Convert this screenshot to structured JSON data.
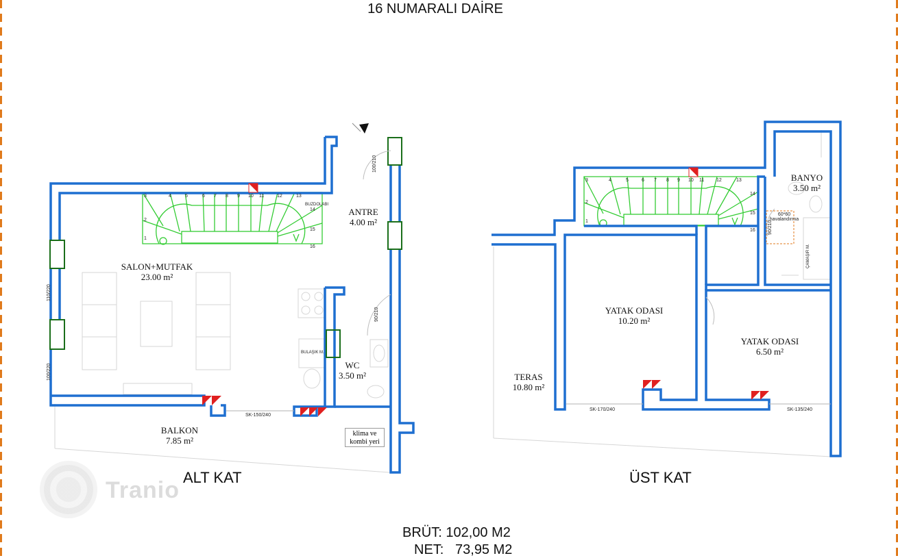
{
  "title": "16 NUMARALI DAİRE",
  "floors": {
    "lower": "ALT KAT",
    "upper": "ÜST KAT"
  },
  "totals": {
    "gross": "BRÜT: 102,00 M2",
    "net": "NET:   73,95 M2"
  },
  "rooms": {
    "salon": {
      "name": "SALON+MUTFAK",
      "area": "23.00 m²"
    },
    "antre": {
      "name": "ANTRE",
      "area": "4.00 m²"
    },
    "wc": {
      "name": "WC",
      "area": "3.50 m²"
    },
    "balkon": {
      "name": "BALKON",
      "area": "7.85 m²"
    },
    "banyo": {
      "name": "BANYO",
      "area": "3.50 m²"
    },
    "yatak1": {
      "name": "YATAK ODASI",
      "area": "10.20 m²"
    },
    "yatak2": {
      "name": "YATAK ODASI",
      "area": "6.50 m²"
    },
    "teras": {
      "name": "TERAS",
      "area": "10.80 m²"
    }
  },
  "labels": {
    "klima": "klima ve kombi yeri",
    "buzdolabi": "BUZDOLABI",
    "bulasik": "BULAŞIK M.",
    "camasir": "ÇAMAŞIR M.",
    "havalandirma": "60*60 havalandırma",
    "door_100_210": "100/210",
    "door_90_210": "90/210",
    "door_90_210_b": "90/210",
    "win_110_220": "110/220",
    "win_100_220": "100/220",
    "sk_150": "SK-150/240",
    "sk_170": "SK-170/240",
    "sk_135": "SK-135/240"
  },
  "stairs_lower": [
    "1",
    "2",
    "3",
    "4",
    "5",
    "6",
    "7",
    "8",
    "9",
    "10",
    "11",
    "12",
    "13",
    "14",
    "15",
    "16"
  ],
  "stairs_upper": [
    "1",
    "2",
    "3",
    "4",
    "5",
    "6",
    "7",
    "8",
    "9",
    "10",
    "11",
    "12",
    "13",
    "14",
    "15",
    "16"
  ],
  "watermark": "Tranio",
  "colors": {
    "wall": "#1e6fd0",
    "door": "#2e8b2e",
    "stair": "#33cc33",
    "shaft": "#e02020",
    "frame": "#e07a1c"
  }
}
